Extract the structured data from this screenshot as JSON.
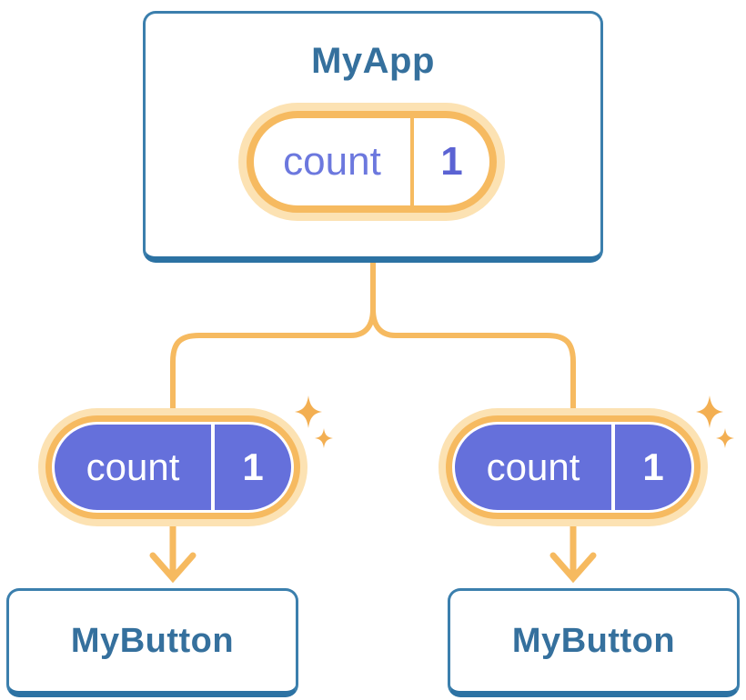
{
  "palette": {
    "card-border": "#3B7FAD",
    "card-border-bottom": "#2C72A3",
    "title-text": "#35709D",
    "accent-orange": "#F6BA60",
    "accent-orange-light": "#FCE2B3",
    "pill-purple": "#6570DB",
    "pill-name-text": "#6C78DE",
    "pill-value-text": "#5B63D3",
    "sparkle": "#F3AF52",
    "canvas-bg": "#FFFFFF"
  },
  "diagram": {
    "root": {
      "label": "MyApp",
      "state_pill": {
        "name": "count",
        "value": "1"
      }
    },
    "branches": [
      {
        "prop_pill": {
          "name": "count",
          "value": "1"
        },
        "child": {
          "label": "MyButton"
        }
      },
      {
        "prop_pill": {
          "name": "count",
          "value": "1"
        },
        "child": {
          "label": "MyButton"
        }
      }
    ],
    "icons": {
      "sparkle": "sparkle-icon (4-point star)",
      "arrow": "down-arrow-icon (chevron arrow)"
    }
  }
}
